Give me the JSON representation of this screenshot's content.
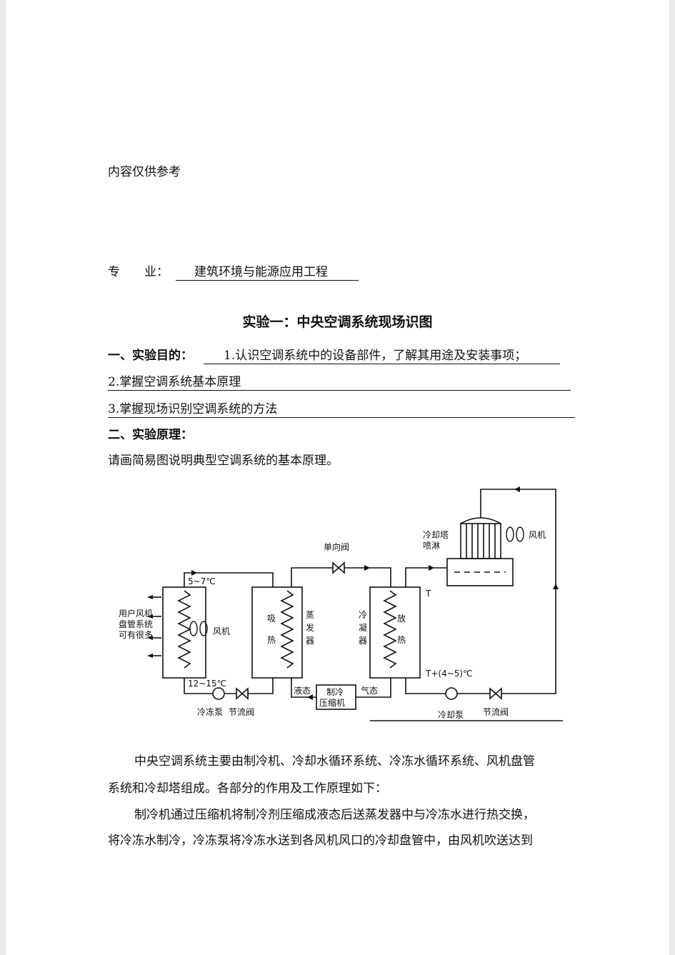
{
  "disclaimer": "内容仅供参考",
  "major": {
    "label": "专　　业：",
    "value": "建筑环境与能源应用工程"
  },
  "title": "实验一：中央空调系统现场识图",
  "section1": {
    "heading": "一、实验目的：",
    "objectives": [
      "1.认识空调系统中的设备部件，了解其用途及安装事项；",
      "2.掌握空调系统基本原理",
      "3.掌握现场识别空调系统的方法"
    ]
  },
  "section2": {
    "heading": "二、实验原理：",
    "instruction": "请画简易图说明典型空调系统的基本原理。"
  },
  "diagram": {
    "user_coil_lines": [
      "用户风机",
      "盘管系统",
      "可有很多"
    ],
    "fan": "风机",
    "temp_supply": "5~7℃",
    "temp_return": "12~15℃",
    "chilled_pump": "冷冻泵",
    "throttle_valve": "节流阀",
    "check_valve": "单向阀",
    "evap_absorb": [
      "吸",
      "热"
    ],
    "evaporator": [
      "蒸",
      "发",
      "器"
    ],
    "condenser": [
      "冷",
      "凝",
      "器"
    ],
    "cond_release": [
      "放",
      "热"
    ],
    "liquid": "液态",
    "gas": "气态",
    "compressor": [
      "制冷",
      "压缩机"
    ],
    "cooling_tower": [
      "冷却塔",
      "喷淋"
    ],
    "tower_fan": "风机",
    "temp_t": "T",
    "temp_t2": "T+(4~5)℃",
    "cooling_pump": "冷却泵",
    "throttle_valve2": "节流阀"
  },
  "paragraphs": [
    "中央空调系统主要由制冷机、冷却水循环系统、冷冻水循环系统、风机盘管",
    "系统和冷却塔组成。各部分的作用及工作原理如下：",
    "制冷机通过压缩机将制冷剂压缩成液态后送蒸发器中与冷冻水进行热交换，",
    "将冷冻水制冷，冷冻泵将冷冻水送到各风机风口的冷却盘管中，由风机吹送达到"
  ]
}
